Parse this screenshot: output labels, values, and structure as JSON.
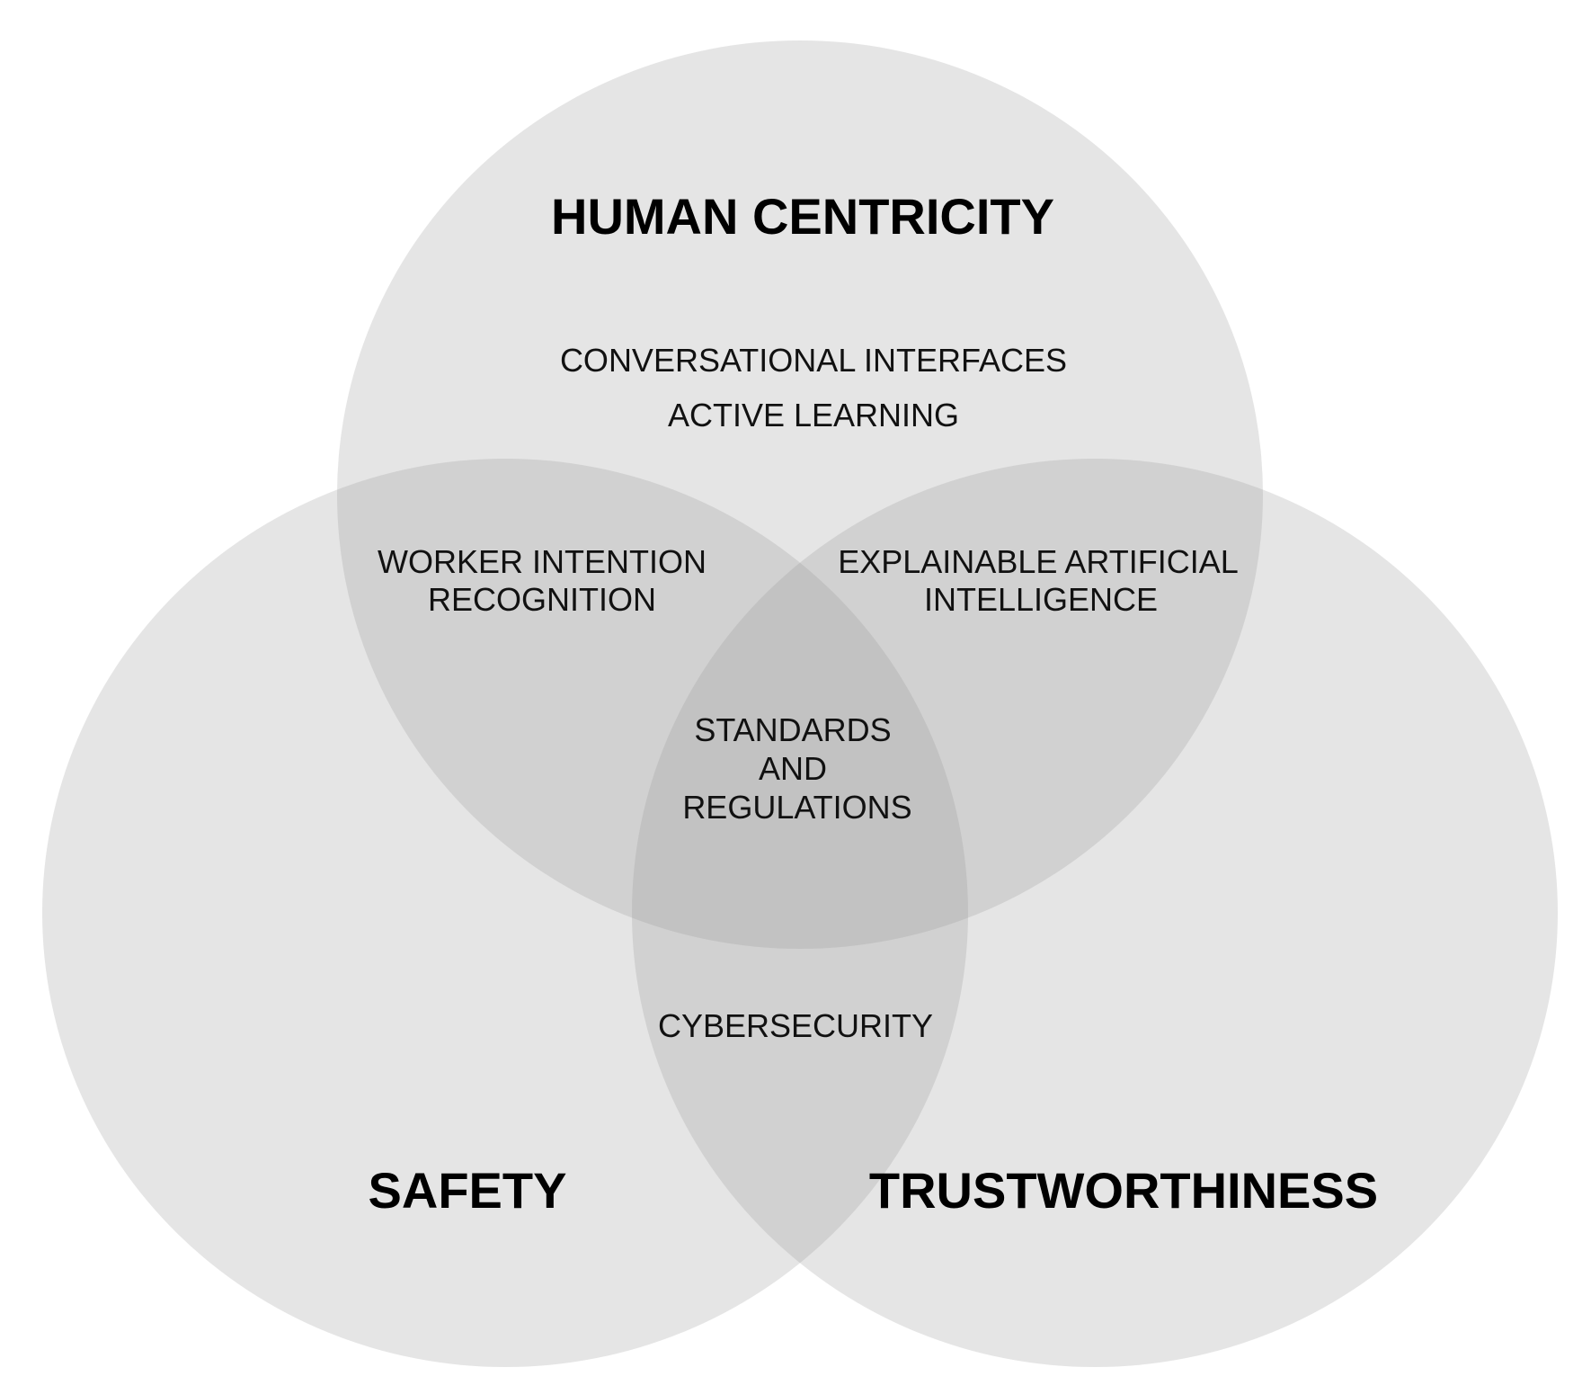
{
  "diagram": {
    "type": "venn",
    "colors": {
      "circle_fill": "#999999",
      "text": "#000000"
    },
    "sets": [
      {
        "id": "human",
        "title": "HUMAN CENTRICITY"
      },
      {
        "id": "safety",
        "title": "SAFETY"
      },
      {
        "id": "trust",
        "title": "TRUSTWORTHINESS"
      }
    ],
    "regions": {
      "human_only": [
        "CONVERSATIONAL INTERFACES",
        "ACTIVE LEARNING"
      ],
      "human_safety": [
        "WORKER INTENTION",
        "RECOGNITION"
      ],
      "human_trust": [
        "EXPLAINABLE ARTIFICIAL",
        "INTELLIGENCE"
      ],
      "all_three": [
        "STANDARDS",
        "AND",
        "REGULATIONS"
      ],
      "safety_trust": [
        "CYBERSECURITY"
      ]
    }
  }
}
